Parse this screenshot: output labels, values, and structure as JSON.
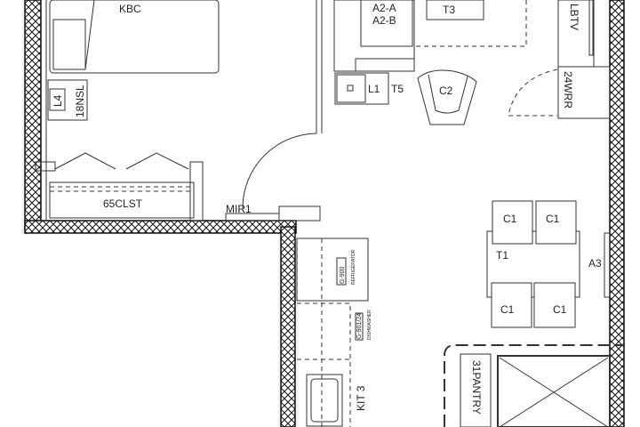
{
  "labels": {
    "bed": "KBC",
    "nightstand_lamp": "L4",
    "nightstand": "18NSL",
    "closet": "65CLST",
    "mirror": "MIR1",
    "sofa_a": "A2-A",
    "sofa_b": "A2-B",
    "coffee_table": "T3",
    "side_lamp": "L1",
    "side_table": "T5",
    "armchair": "C2",
    "tv": "LBTV",
    "wardrobe": "24WRR",
    "dining_table": "T1",
    "chair": "C1",
    "art": "A3",
    "fridge_model": "G-900",
    "fridge": "REFRIGERATOR",
    "dishwasher_model": "G-901/24",
    "dishwasher": "DISHWASHER",
    "kitchen": "KIT 3",
    "pantry": "31PANTRY"
  }
}
